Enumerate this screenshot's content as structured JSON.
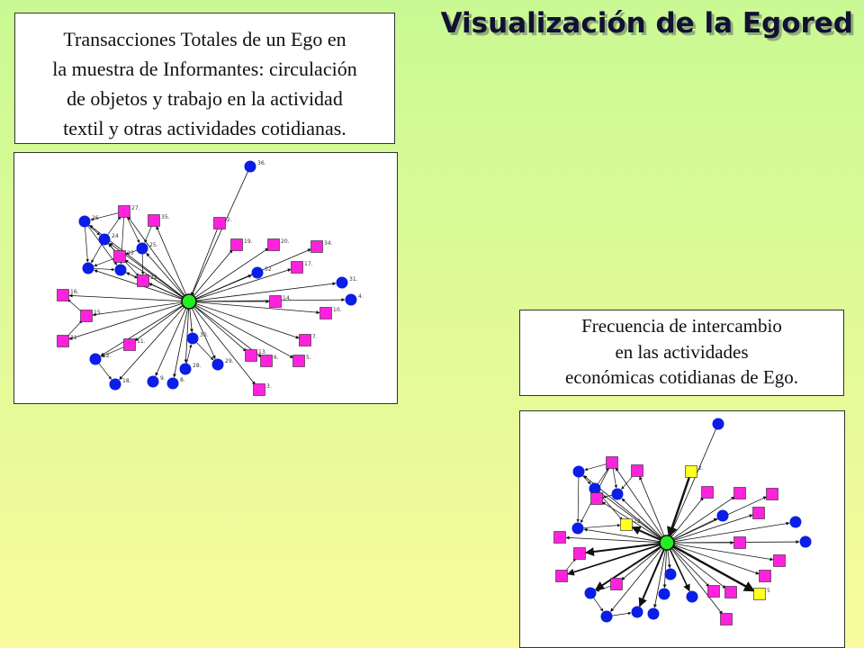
{
  "title": "Visualización de la Egored",
  "caption1": {
    "lines": [
      "Transacciones Totales de un Ego en",
      "la muestra de Informantes: circulación",
      "de objetos y trabajo en la actividad",
      "textil y otras actividades cotidianas."
    ]
  },
  "caption2": {
    "lines": [
      "Frecuencia de intercambio",
      "en las actividades",
      "económicas cotidianas de Ego."
    ]
  },
  "network1": {
    "node_labels": [
      "36.",
      "27.",
      "35.",
      "2.",
      "26",
      "24",
      "19.",
      "20.",
      "34.",
      "25.",
      "23",
      "17.",
      "32",
      "22",
      "31.",
      "16.",
      "14.",
      "4.",
      "15.",
      "10.",
      "21",
      "11.",
      "30.",
      "7.",
      "12.",
      "13.",
      "29.",
      "6.",
      "5.",
      "28.",
      "18.",
      "9.",
      "8.",
      "3."
    ],
    "colors": {
      "person": "#0a1ee6",
      "object": "#ff22dd",
      "ego": "#22ee22"
    }
  },
  "network2": {
    "node_labels": [
      "2.",
      "22",
      "5"
    ],
    "colors": {
      "person": "#0a1ee6",
      "object": "#ff22dd",
      "highlight": "#ffff22",
      "ego": "#22ee22"
    }
  }
}
